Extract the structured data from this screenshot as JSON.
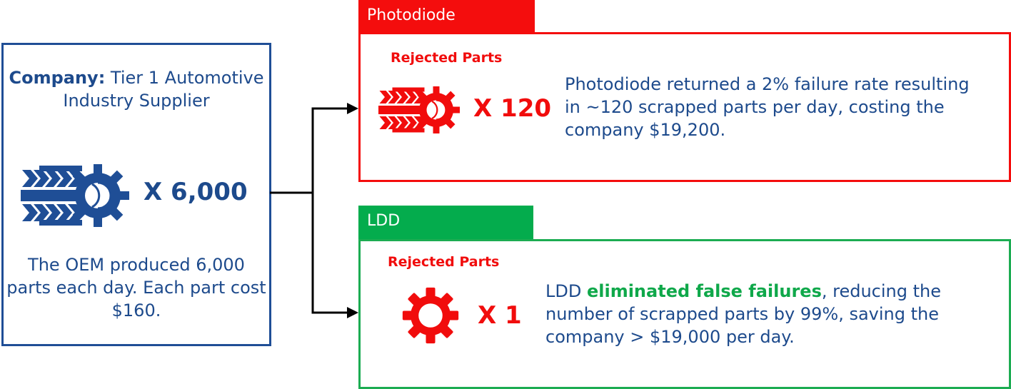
{
  "left_panel": {
    "company_label": "Company:",
    "company_value": " Tier 1 Automotive Industry Supplier",
    "count": "X 6,000",
    "icon": "gears-stack-icon",
    "description": "The OEM produced 6,000 parts each day. Each part cost $160."
  },
  "photodiode": {
    "tab_label": "Photodiode",
    "rejected_label": "Rejected Parts",
    "icon": "gears-stack-icon",
    "count": "X 120",
    "description": "Photodiode returned a 2% failure rate resulting in ~120 scrapped parts per day, costing the company $19,200."
  },
  "ldd": {
    "tab_label": "LDD",
    "rejected_label": "Rejected Parts",
    "icon": "gear-icon",
    "count": "X 1",
    "description_prefix": "LDD ",
    "description_highlight": "eliminated false failures",
    "description_suffix": ", reducing the number of scrapped parts by 99%, saving the company > $19,000 per day."
  },
  "colors": {
    "blue": "#1d4a8c",
    "red": "#f40d0d",
    "green": "#04ac4d",
    "connector": "#000000"
  }
}
